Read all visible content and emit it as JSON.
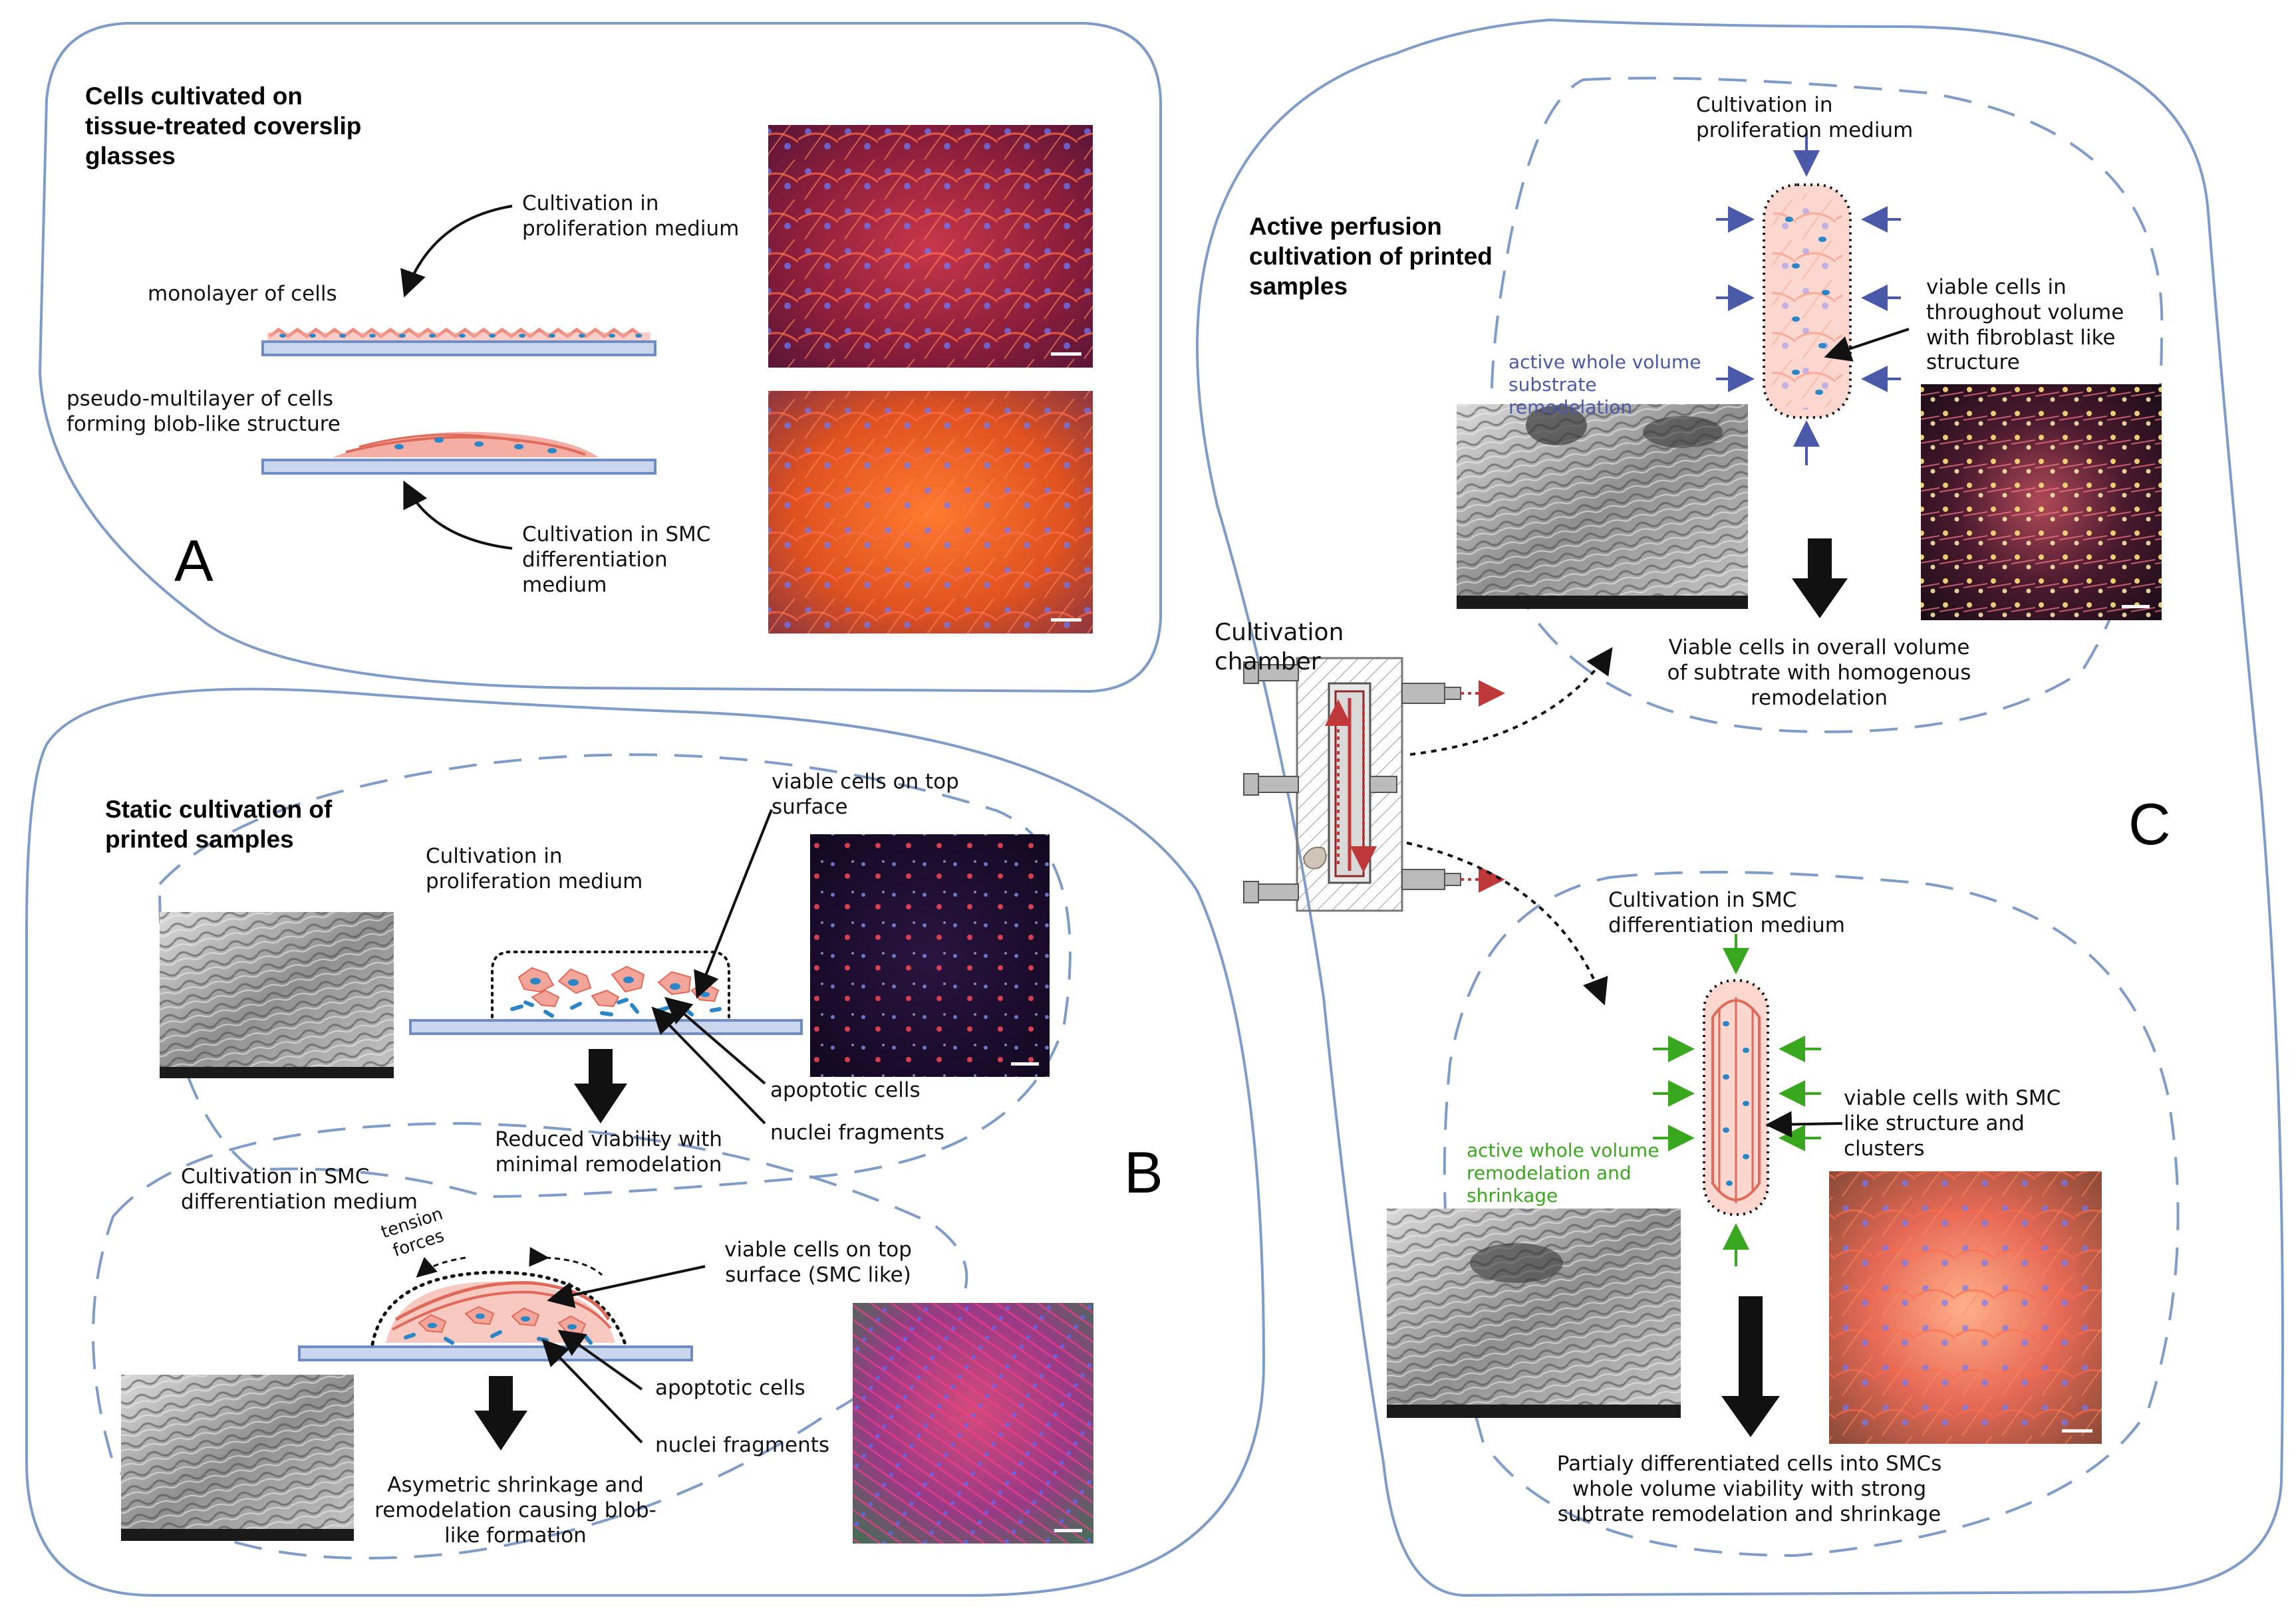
{
  "panel_a": {
    "letter": "A",
    "title": "Cells cultivated on tissue-treated coverslip glasses",
    "labels": {
      "prolif_medium": "Cultivation in proliferation medium",
      "monolayer": "monolayer of cells",
      "pseudo_multilayer": "pseudo-multilayer of cells forming blob-like structure",
      "smc_medium": "Cultivation in SMC differentiation medium"
    }
  },
  "panel_b": {
    "letter": "B",
    "title": "Static cultivation of printed samples",
    "top": {
      "prolif_medium": "Cultivation in proliferation medium",
      "viable_top": "viable cells on top surface",
      "apoptotic": "apoptotic cells",
      "nuclei": "nuclei fragments",
      "result": "Reduced viability with minimal remodelation"
    },
    "bottom": {
      "smc_medium": "Cultivation in SMC differentiation medium",
      "tension": "tension forces",
      "viable_top": "viable cells on top surface (SMC like)",
      "apoptotic": "apoptotic cells",
      "nuclei": "nuclei fragments",
      "result": "Asymetric shrinkage and remodelation causing blob-like formation"
    }
  },
  "panel_c": {
    "letter": "C",
    "title": "Active perfusion cultivation of printed samples",
    "chamber": "Cultivation chamber",
    "top": {
      "prolif_medium": "Cultivation in proliferation medium",
      "remodel": "active whole volume substrate remodelation",
      "viable": "viable cells in throughout volume with fibroblast like structure",
      "result": "Viable cells in overall volume of subtrate with homogenous remodelation"
    },
    "bottom": {
      "smc_medium": "Cultivation in SMC differentiation medium",
      "remodel": "active whole volume remodelation and shrinkage",
      "viable": "viable cells with SMC like structure and clusters",
      "result": "Partialy differentiated cells into SMCs whole volume viability with strong subtrate remodelation and shrinkage"
    }
  },
  "colors": {
    "outline": "#7f9cc9",
    "cell": "#f4a59a",
    "nucleus": "#2a86c6",
    "arrow_blue": "#4a5aa8",
    "arrow_green": "#3aa81e",
    "arrow_red": "#c0393a"
  }
}
